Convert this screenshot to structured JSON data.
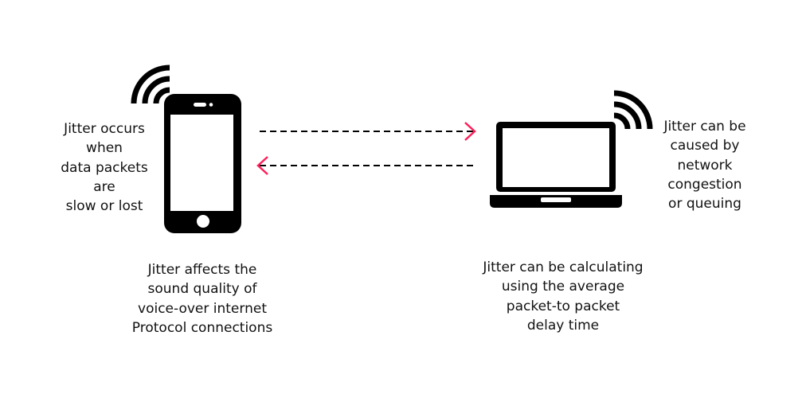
{
  "notes": {
    "left": "Jitter occurs\nwhen\ndata packets\nare\nslow or lost",
    "right": "Jitter can be\ncaused by\nnetwork\ncongestion\nor queuing",
    "bottom_left": "Jitter affects the\nsound quality of\nvoice-over internet\nProtocol connections",
    "bottom_right": "Jitter can be calculating\nusing the average\npacket-to packet\ndelay time"
  },
  "icons": [
    "smartphone-icon",
    "wifi-signal-icon",
    "laptop-icon",
    "arrow-right-icon",
    "arrow-left-icon"
  ],
  "colors": {
    "accent": "#ff1f5a",
    "ink": "#000000"
  }
}
